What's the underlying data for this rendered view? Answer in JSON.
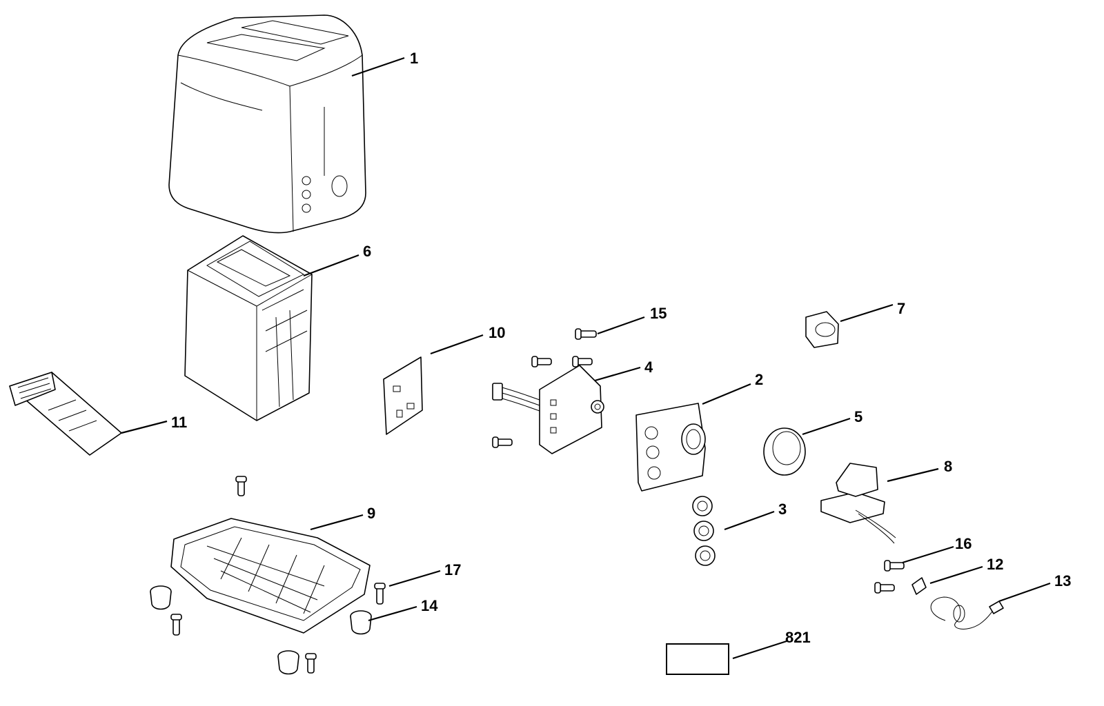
{
  "diagram": {
    "callouts": {
      "c1": "1",
      "c2": "2",
      "c3": "3",
      "c4": "4",
      "c5": "5",
      "c6": "6",
      "c7": "7",
      "c8": "8",
      "c9": "9",
      "c10": "10",
      "c11": "11",
      "c12": "12",
      "c13": "13",
      "c14": "14",
      "c15": "15",
      "c16": "16",
      "c17": "17",
      "c821": "821"
    }
  }
}
